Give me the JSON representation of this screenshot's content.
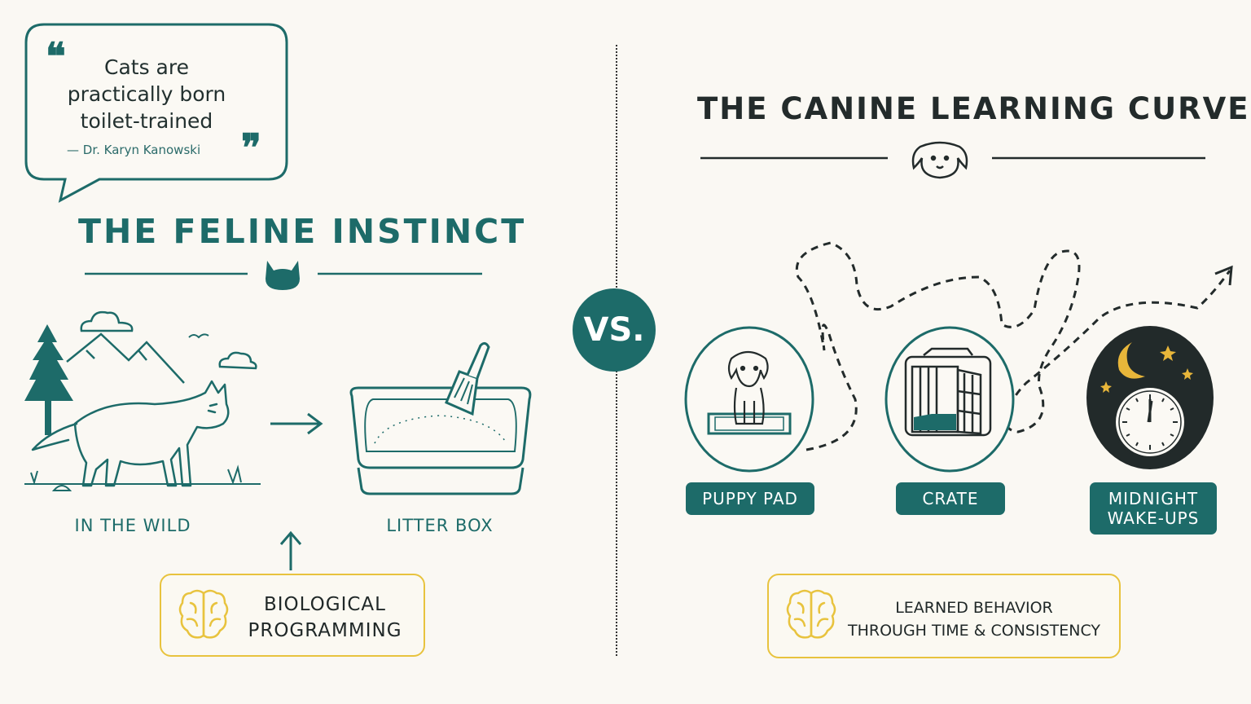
{
  "quote": {
    "text": "Cats are practically born toilet-trained",
    "author": "— Dr. Karyn Kanowski"
  },
  "left": {
    "title": "THE FELINE INSTINCT",
    "captions": {
      "wild": "IN THE WILD",
      "litter": "LITTER BOX"
    },
    "box": {
      "line1": "BIOLOGICAL",
      "line2": "PROGRAMMING"
    }
  },
  "center": {
    "vs": "VS."
  },
  "right": {
    "title": "THE CANINE LEARNING CURVE",
    "stages": [
      {
        "label": "PUPPY PAD"
      },
      {
        "label": "CRATE"
      },
      {
        "label_line1": "MIDNIGHT",
        "label_line2": "WAKE-UPS"
      }
    ],
    "box": {
      "line1": "LEARNED BEHAVIOR",
      "line2": "THROUGH TIME & CONSISTENCY"
    }
  },
  "colors": {
    "teal": "#1d6b69",
    "gold": "#e8c33e",
    "dark": "#232b2b",
    "background": "#faf8f3"
  },
  "icons": [
    "quote-open-icon",
    "quote-close-icon",
    "cat-head-icon",
    "dog-head-icon",
    "cat-walking-icon",
    "tree-icon",
    "mountains-icon",
    "cloud-icon",
    "bird-icon",
    "litter-box-icon",
    "scoop-icon",
    "arrow-right-icon",
    "arrow-up-icon",
    "brain-icon",
    "puppy-icon",
    "crate-icon",
    "moon-icon",
    "star-icon",
    "clock-icon",
    "dashed-path-icon"
  ]
}
